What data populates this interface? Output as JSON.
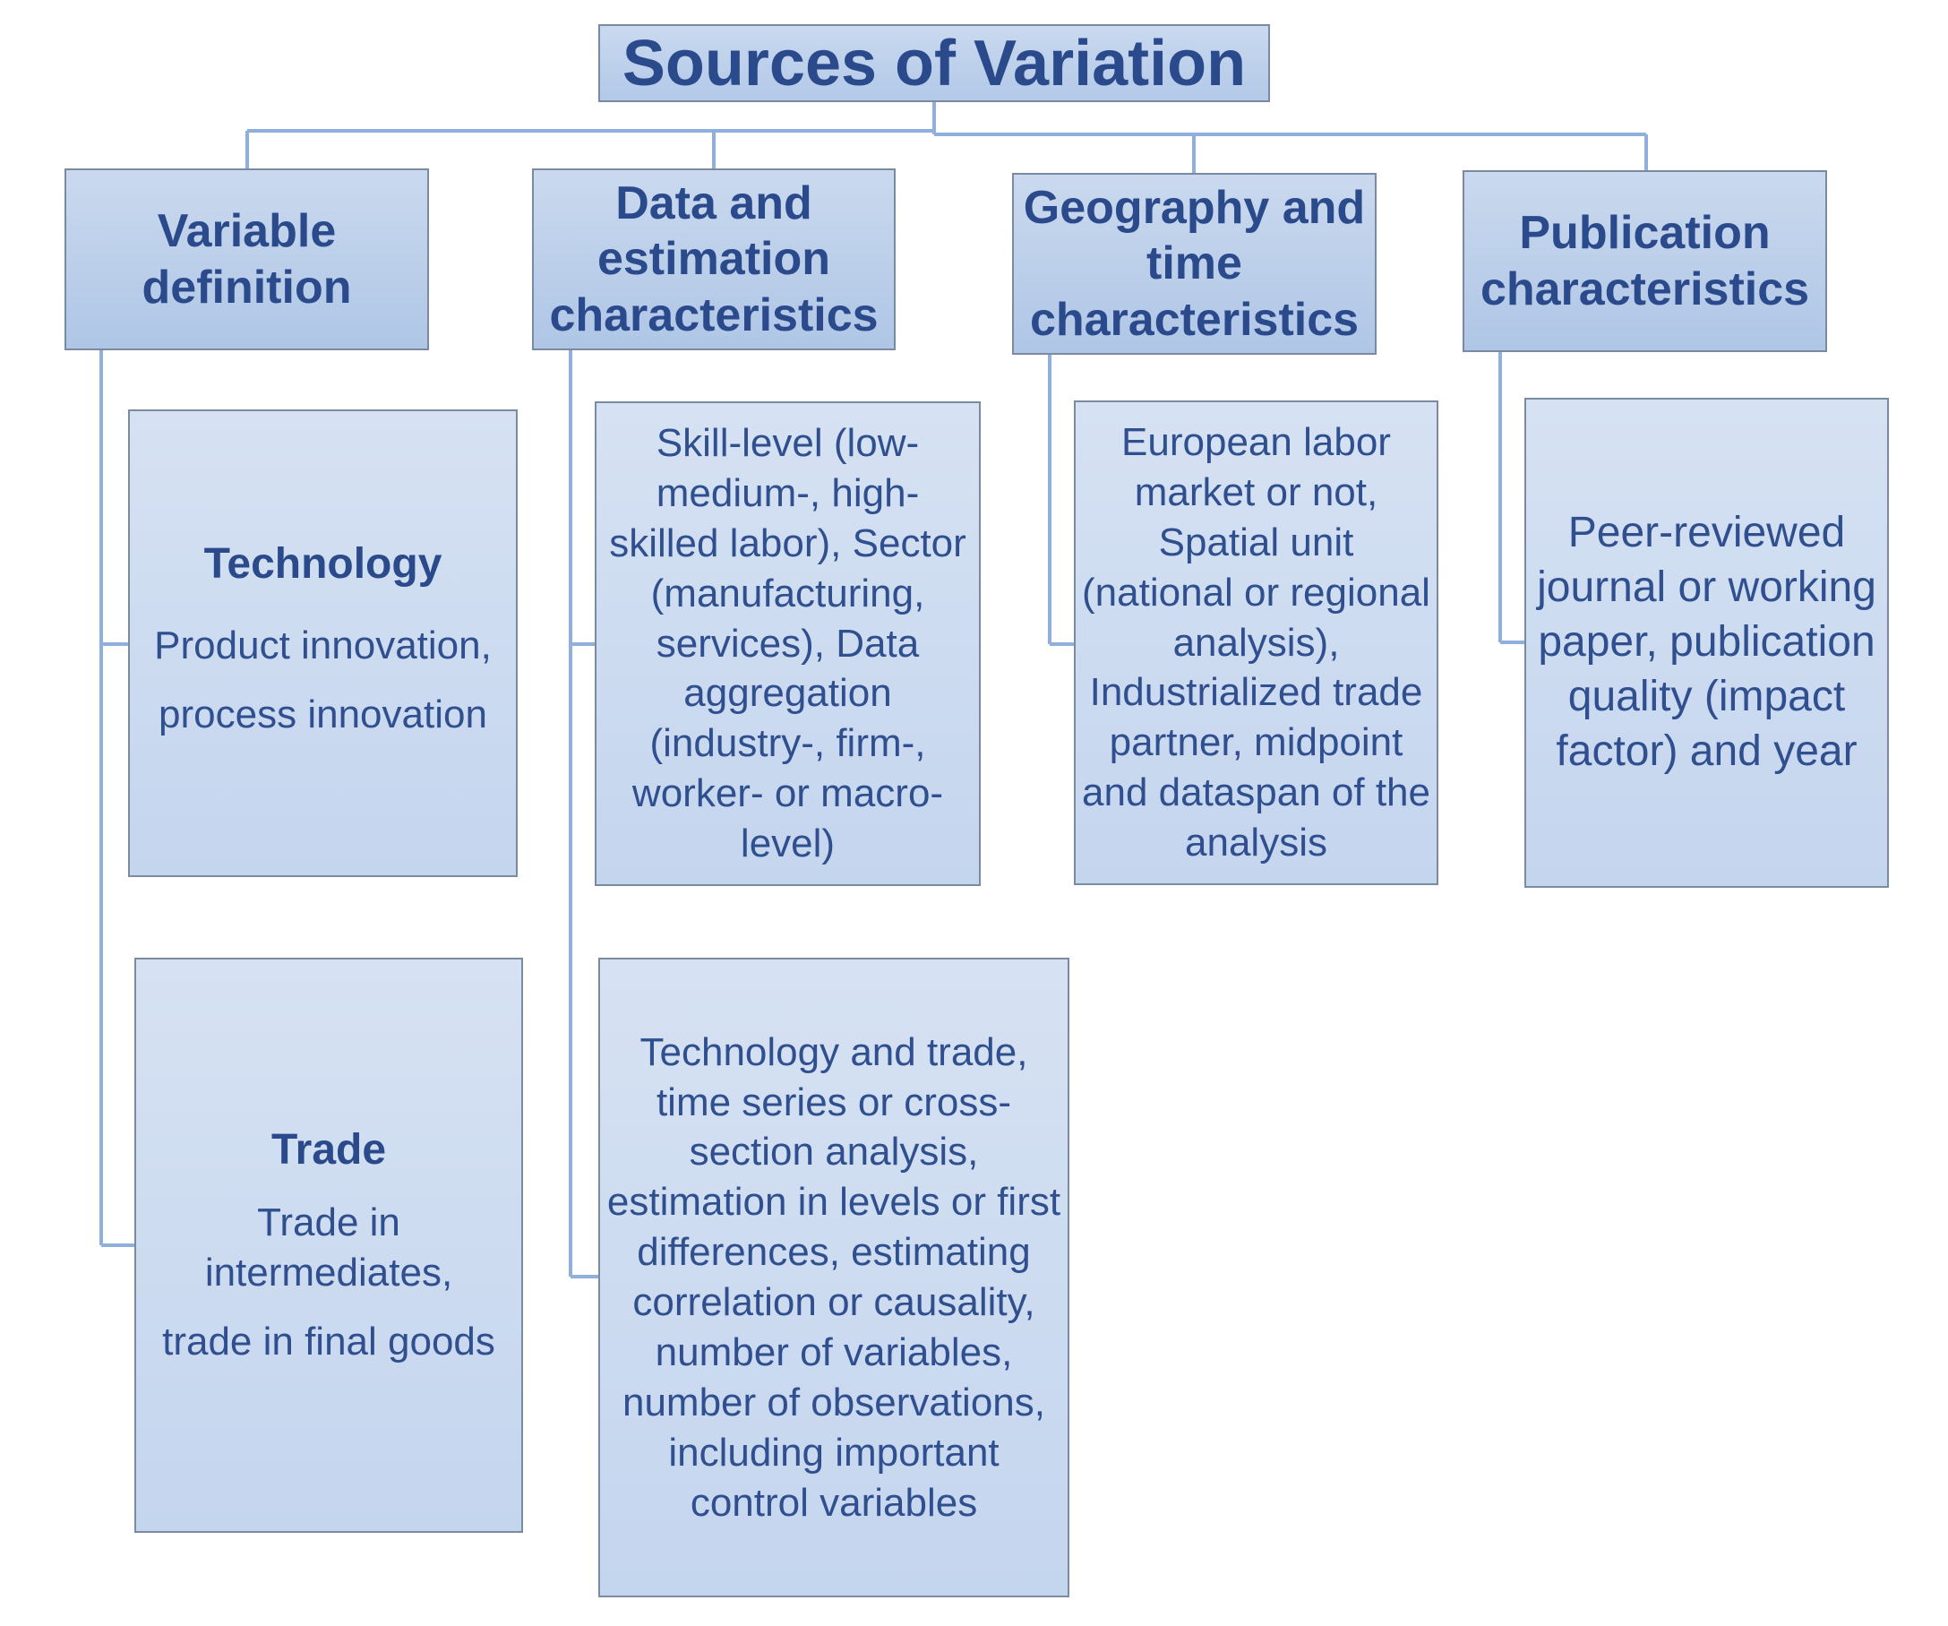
{
  "root": {
    "title": "Sources of Variation"
  },
  "categories": [
    {
      "label": "Variable definition"
    },
    {
      "label": "Data and estimation characteristics"
    },
    {
      "label": "Geography and time characteristics"
    },
    {
      "label": "Publication characteristics"
    }
  ],
  "variable_definition": {
    "technology": {
      "title": "Technology",
      "line1": "Product innovation,",
      "line2": "process innovation"
    },
    "trade": {
      "title": "Trade",
      "line1": "Trade in intermediates,",
      "line2": "trade in final goods"
    }
  },
  "data_estimation": {
    "box1": "Skill-level (low- medium-, high-skilled labor), Sector (manufacturing, services), Data aggregation (industry-, firm-, worker- or macro-level)",
    "box2": "Technology and trade, time series or cross-section analysis, estimation in levels or first differences, estimating correlation or causality, number of variables, number of observations, including important control variables"
  },
  "geography_time": {
    "box1": "European labor market or not, Spatial unit (national or regional analysis), Industrialized trade partner, midpoint and dataspan of the analysis"
  },
  "publication": {
    "box1": "Peer-reviewed journal or working paper, publication quality (impact factor) and year"
  },
  "colors": {
    "line": "#8fb0dc",
    "text": "#2b4a8c",
    "border": "#7a8aa0"
  }
}
